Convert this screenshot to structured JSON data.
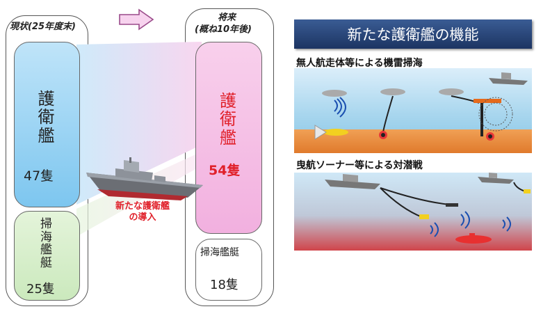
{
  "left": {
    "current": {
      "header": "現状(25年度末)",
      "destroyer": {
        "label": "護衛艦",
        "count": "47隻"
      },
      "minesweeper": {
        "label": "掃海艦艇",
        "count": "25隻"
      }
    },
    "future": {
      "header_line1": "将来",
      "header_line2": "(概ね10年後)",
      "destroyer": {
        "label": "護衛艦",
        "count": "54隻"
      },
      "minesweeper": {
        "label": "掃海艦艇",
        "count": "18隻"
      }
    },
    "new_ship_label": [
      "新たな護衛艦",
      "の導入"
    ]
  },
  "right": {
    "title": "新たな護衛艦の機能",
    "section1": "無人航走体等による機雷掃海",
    "section2": "曳航ソーナー等による対潜戦"
  },
  "colors": {
    "blue": "#7fc8f0",
    "pink": "#f3a8dd",
    "green": "#d6f0c8",
    "red_text": "#e0202a",
    "title_bar": "#1f3a6a",
    "sea_top": "#cfe7f6",
    "sea_bottom_orange": "#e8843a",
    "sea_bottom_red": "#d0444a"
  }
}
